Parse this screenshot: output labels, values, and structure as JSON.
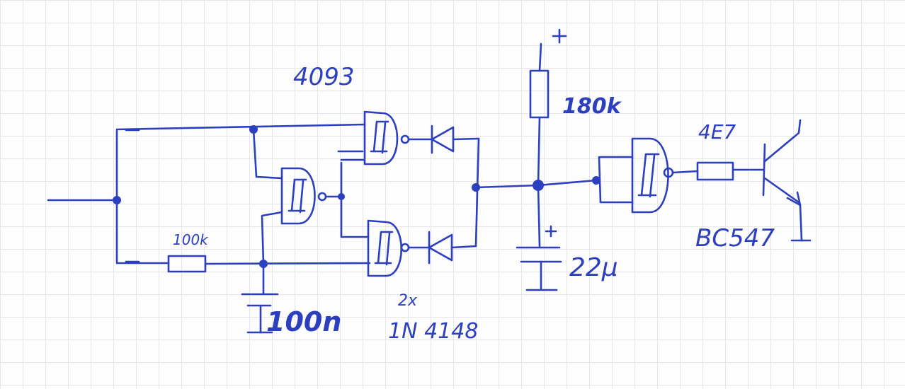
{
  "labels": {
    "ic": "4093",
    "r1": "100k",
    "c1": "100n",
    "diodes_count": "2x",
    "diodes_part": "1N 4148",
    "r2": "180k",
    "vplus_top": "+",
    "cap_plus": "+",
    "c2": "22µ",
    "r3": "4E7",
    "transistor": "BC547"
  },
  "colors": {
    "ink": "#2b3fbf",
    "grid": "#e6e6e6"
  }
}
